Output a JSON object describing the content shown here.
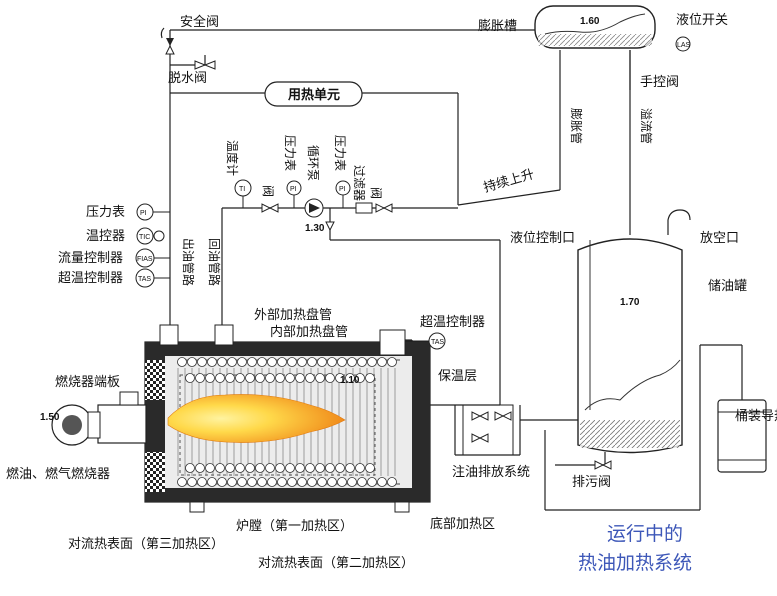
{
  "labels": {
    "safety_valve": "安全阀",
    "drain_valve": "脱水阀",
    "expansion_tank": "膨胀槽",
    "level_switch": "液位开关",
    "manual_valve": "手控阀",
    "heat_user": "用热单元",
    "thermometer": "温度计",
    "pressure_gauge_1": "压力表",
    "pump": "循环泵",
    "pressure_gauge_2": "压力表",
    "filter": "过滤器",
    "valve_1": "阀",
    "valve_2": "阀",
    "rise_note": "持续上升",
    "expansion_pipe": "膨胀管",
    "overflow_pipe": "溢流管",
    "level_port": "液位控制口",
    "vent_port": "放空口",
    "storage_tank": "储油罐",
    "pressure_gauge_left": "压力表",
    "temp_controller": "温控器",
    "flow_controller": "流量控制器",
    "overheat_controller_left": "超温控制器",
    "outlet_pipe": "出油管路",
    "return_pipe": "回油管路",
    "outer_coil": "外部加热盘管",
    "inner_coil": "内部加热盘管",
    "overheat_controller": "超温控制器",
    "insulation": "保温层",
    "burner_plate": "燃烧器端板",
    "burner": "燃油、燃气燃烧器",
    "convection_3": "对流热表面（第三加热区）",
    "furnace": "炉膛（第一加热区）",
    "bottom_zone": "底部加热区",
    "convection_2": "对流热表面（第二加热区）",
    "fill_drain": "注油排放系统",
    "sewage_valve": "排污阀",
    "barrel_oil": "桶装导热油"
  },
  "tags": {
    "pi": "PI",
    "tic": "TIC",
    "fias": "FIAS",
    "tas": "TAS",
    "ti": "TI",
    "las": "LAS"
  },
  "numbers": {
    "n160": "1.60",
    "n130": "1.30",
    "n170": "1.70",
    "n110": "1.10",
    "n150": "1.50"
  },
  "caption": {
    "line1": "运行中的",
    "line2": "热油加热系统"
  },
  "colors": {
    "flame_outer": "#f5a623",
    "flame_inner": "#ffd94a",
    "caption": "#3d57b8",
    "boiler_dark": "#2a2a2a"
  }
}
